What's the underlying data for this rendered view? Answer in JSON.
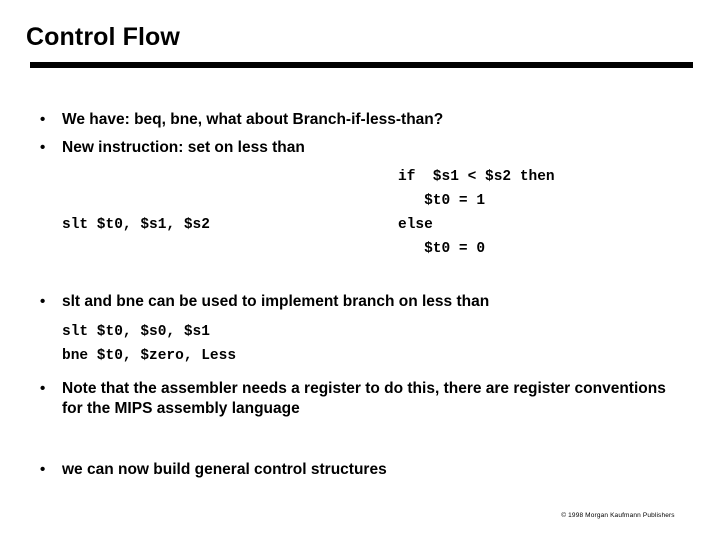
{
  "slide": {
    "title": "Control Flow",
    "bullet_marker": "•",
    "bullets": [
      {
        "text": "We have:  beq, bne, what about Branch-if-less-than?"
      },
      {
        "text": "New instruction: set on less than"
      },
      {
        "text": "slt and bne can be used to implement branch on less than"
      },
      {
        "text": "Note that the assembler needs a register to do this, there are register conventions for the MIPS assembly language"
      },
      {
        "text": "we can now build general control structures"
      }
    ],
    "code": {
      "instruction_left": "slt $t0, $s1, $s2",
      "semantics_right": "if  $s1 < $s2 then\n   $t0 = 1\nelse\n   $t0 = 0",
      "branch_sequence": "slt $t0, $s0, $s1\nbne $t0, $zero, Less"
    },
    "footer": "© 1998 Morgan Kaufmann Publishers",
    "colors": {
      "background": "#ffffff",
      "text": "#000000",
      "rule": "#000000"
    }
  }
}
